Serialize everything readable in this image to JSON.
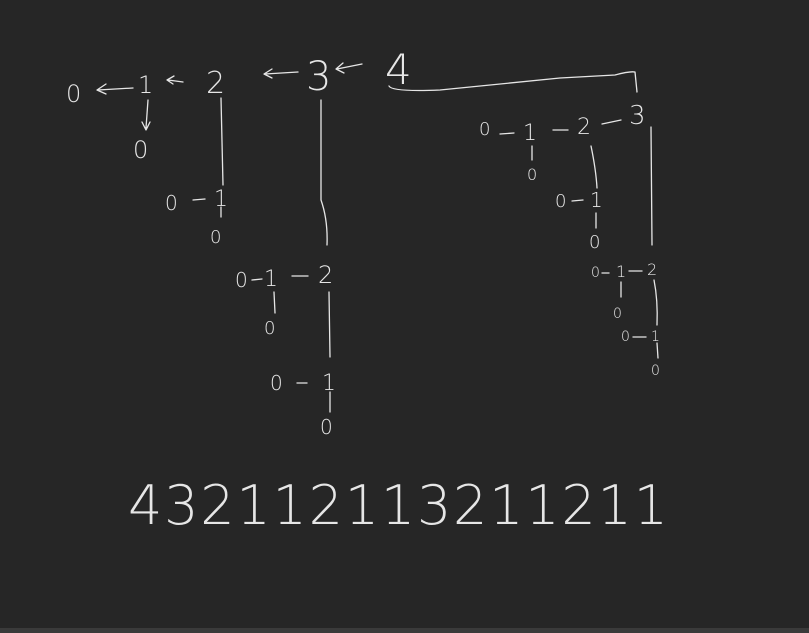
{
  "canvas": {
    "background": "#262626",
    "ink": "#e6e6e6"
  },
  "top_chain": {
    "n0": "0",
    "n1": "1",
    "n2": "2",
    "n3": "3",
    "n4": "4"
  },
  "left_tree": {
    "child_of_1": "0",
    "child_of_2": {
      "n0": "0",
      "n1": "1",
      "child": "0"
    },
    "child_of_3": {
      "n0": "0",
      "n1": "1",
      "n2": "2",
      "child_of_1": "0",
      "child_of_2": {
        "n0": "0",
        "n1": "1",
        "child": "0"
      }
    }
  },
  "right_tree": {
    "n0": "0",
    "n1": "1",
    "n2": "2",
    "n3": "3",
    "child_of_1": "0",
    "child_of_2": {
      "n0": "0",
      "n1": "1",
      "child": "0"
    },
    "child_of_3": {
      "n0": "0",
      "n1": "1",
      "n2": "2",
      "child_of_1": "0",
      "child_of_2": {
        "n0": "0",
        "n1": "1",
        "child": "0"
      }
    }
  },
  "sequence": "4 3 2 1 1 2 1 1 3 2 1 1 2 1 1"
}
